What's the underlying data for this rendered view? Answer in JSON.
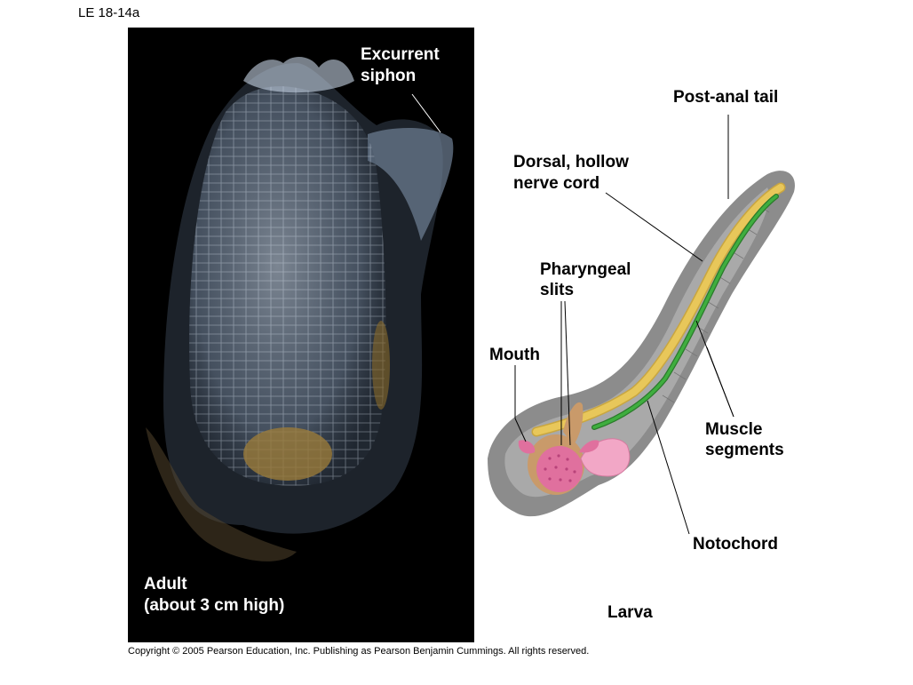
{
  "figure_id": "LE 18-14a",
  "photo": {
    "labels": {
      "excurrent_siphon_1": "Excurrent",
      "excurrent_siphon_2": "siphon",
      "adult_1": "Adult",
      "adult_2": "(about 3 cm high)"
    }
  },
  "larva": {
    "labels": {
      "post_anal_tail": "Post-anal tail",
      "nerve_cord_1": "Dorsal, hollow",
      "nerve_cord_2": "nerve cord",
      "pharyngeal_1": "Pharyngeal",
      "pharyngeal_2": "slits",
      "mouth": "Mouth",
      "muscle_1": "Muscle",
      "muscle_2": "segments",
      "notochord": "Notochord",
      "caption": "Larva"
    },
    "colors": {
      "body": "#8c8c8c",
      "body_inner": "#a9a9a9",
      "nerve_cord": "#e8c75a",
      "notochord": "#3a9a3a",
      "pharynx": "#e0709e",
      "gut": "#f2a7c6",
      "oral": "#c99a6a"
    }
  },
  "copyright": "Copyright © 2005 Pearson Education, Inc. Publishing as Pearson Benjamin Cummings. All rights reserved."
}
